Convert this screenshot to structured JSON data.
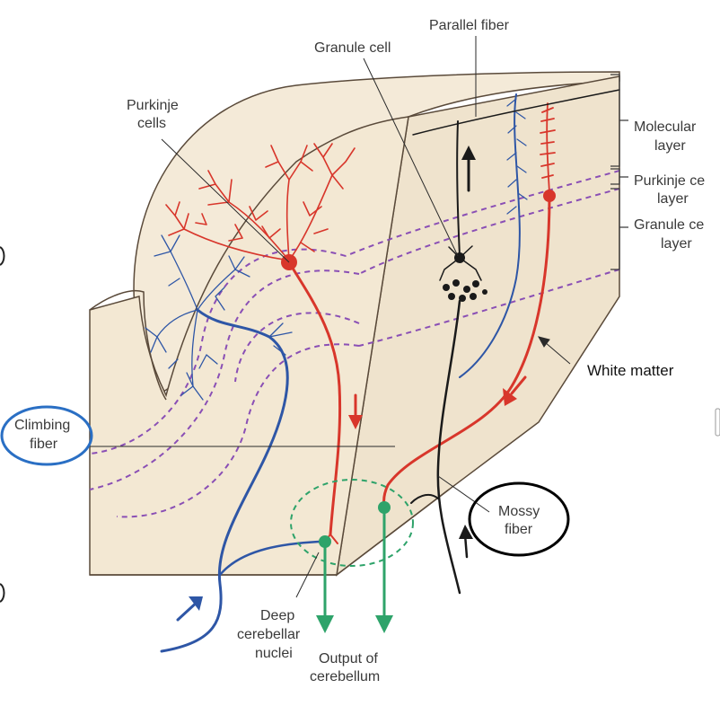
{
  "labels": {
    "parallel_fiber": "Parallel fiber",
    "granule_cell": "Granule cell",
    "purkinje_cells_1": "Purkinje",
    "purkinje_cells_2": "cells",
    "molecular_layer_1": "Molecular",
    "molecular_layer_2": "layer",
    "purkinje_layer_1": "Purkinje ce",
    "purkinje_layer_2": "layer",
    "granule_layer_1": "Granule ce",
    "granule_layer_2": "layer",
    "white_matter": "White matter",
    "climbing_fiber_1": "Climbing",
    "climbing_fiber_2": "fiber",
    "mossy_fiber_1": "Mossy",
    "mossy_fiber_2": "fiber",
    "deep_nuclei_1": "Deep",
    "deep_nuclei_2": "cerebellar",
    "deep_nuclei_3": "nuclei",
    "output_1": "Output of",
    "output_2": "cerebellum"
  },
  "colors": {
    "tissue": "#f4ead8",
    "tissue_edge": "#5a4a3a",
    "purkinje_red": "#d8362b",
    "climbing_blue": "#2e56a6",
    "output_green": "#2ea36a",
    "mossy_black": "#1a1a1a",
    "layer_boundary": "#8a4fb5",
    "highlight_blue_circle": "#2a6fc4",
    "highlight_black_circle": "#000000"
  }
}
